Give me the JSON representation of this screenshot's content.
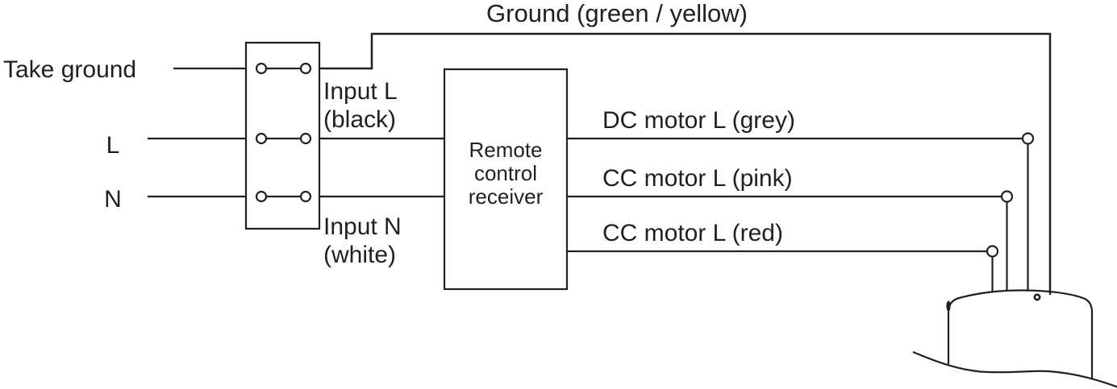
{
  "colors": {
    "ink": "#231f20",
    "background": "#ffffff"
  },
  "labels": {
    "take_ground": "Take ground",
    "line_l": "L",
    "neutral_n": "N",
    "ground": "Ground (green / yellow)",
    "input_l": [
      "Input L",
      "(black)"
    ],
    "input_n": [
      "Input N",
      "(white)"
    ],
    "receiver": [
      "Remote",
      "control",
      "receiver"
    ],
    "dc_motor": "DC motor L (grey)",
    "cc_motor_pink": "CC motor L (pink)",
    "cc_motor_red": "CC motor L (red)"
  }
}
